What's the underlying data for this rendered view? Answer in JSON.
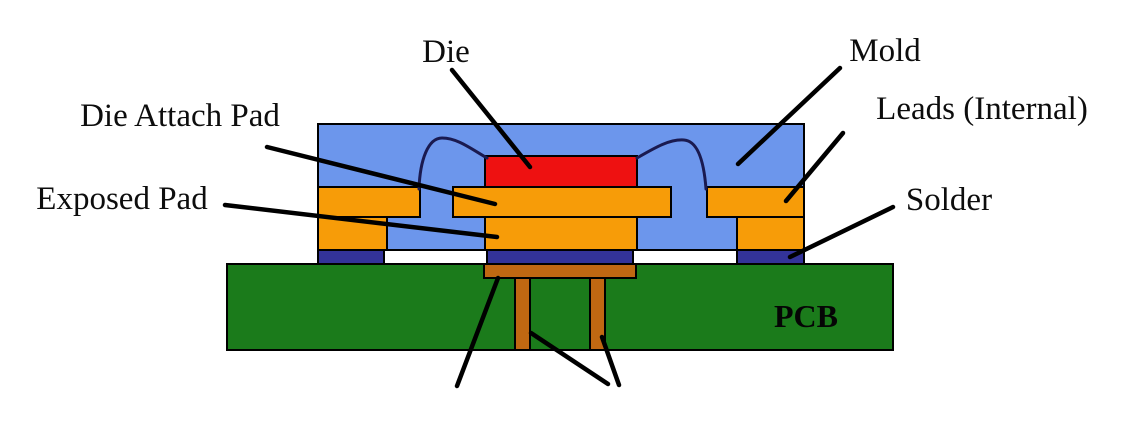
{
  "labels": {
    "die": "Die",
    "mold": "Mold",
    "die_attach_pad": "Die Attach Pad",
    "leads_internal": "Leads (Internal)",
    "exposed_pad": "Exposed Pad",
    "solder": "Solder",
    "pcb": "PCB"
  },
  "colors": {
    "mold": "#6C96EC",
    "copper_lead": "#F79C08",
    "die": "#EE1111",
    "solder": "#333399",
    "pcb": "#1B7B1B",
    "via_copper": "#C06812",
    "bond_wire": "#1A1A50",
    "outline": "#000000",
    "text": "#0d0d0d",
    "background": "#FFFFFF"
  }
}
